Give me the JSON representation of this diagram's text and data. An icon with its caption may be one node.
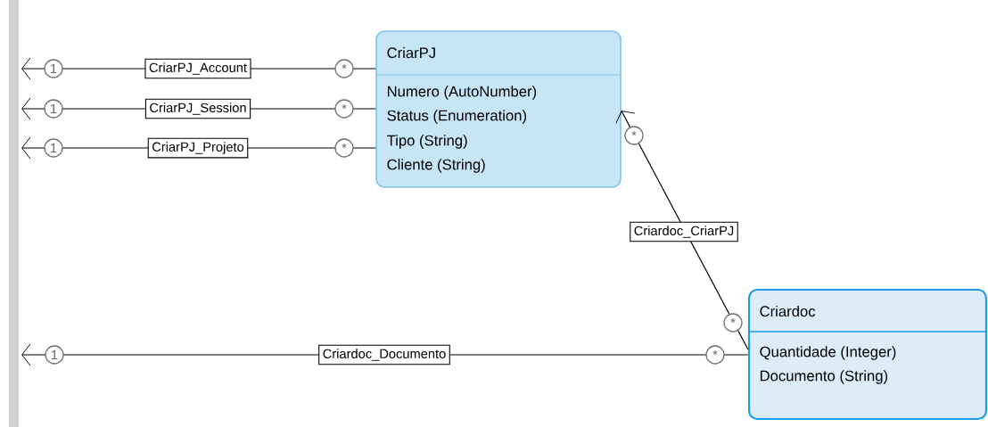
{
  "diagram": {
    "nodes": [
      {
        "text": [
          "CriarPJ",
          "Numero (AutoNumber)",
          "Status (Enumeration)",
          "Tipo (String)",
          "Cliente (String)"
        ]
      },
      {
        "text": [
          "Criardoc",
          "Quantidade (Integer)",
          "Documento (String)"
        ]
      }
    ],
    "edges": [
      {
        "from": 0,
        "to": null,
        "arrow": "to",
        "label": "CriarPJ_Account"
      },
      {
        "from": 0,
        "to": null,
        "arrow": "to",
        "label": "CriarPJ_Session"
      },
      {
        "from": 0,
        "to": null,
        "arrow": "to",
        "label": "CriarPJ_Projeto"
      },
      {
        "from": 1,
        "to": 0,
        "arrow": "to",
        "label": "Criardoc_CriarPJ"
      },
      {
        "from": 1,
        "to": null,
        "arrow": "to",
        "label": "Criardoc_Documento"
      }
    ],
    "labels": [
      "1",
      "*",
      "1",
      "*",
      "1",
      "*",
      "*",
      "*",
      "1",
      "*"
    ]
  }
}
